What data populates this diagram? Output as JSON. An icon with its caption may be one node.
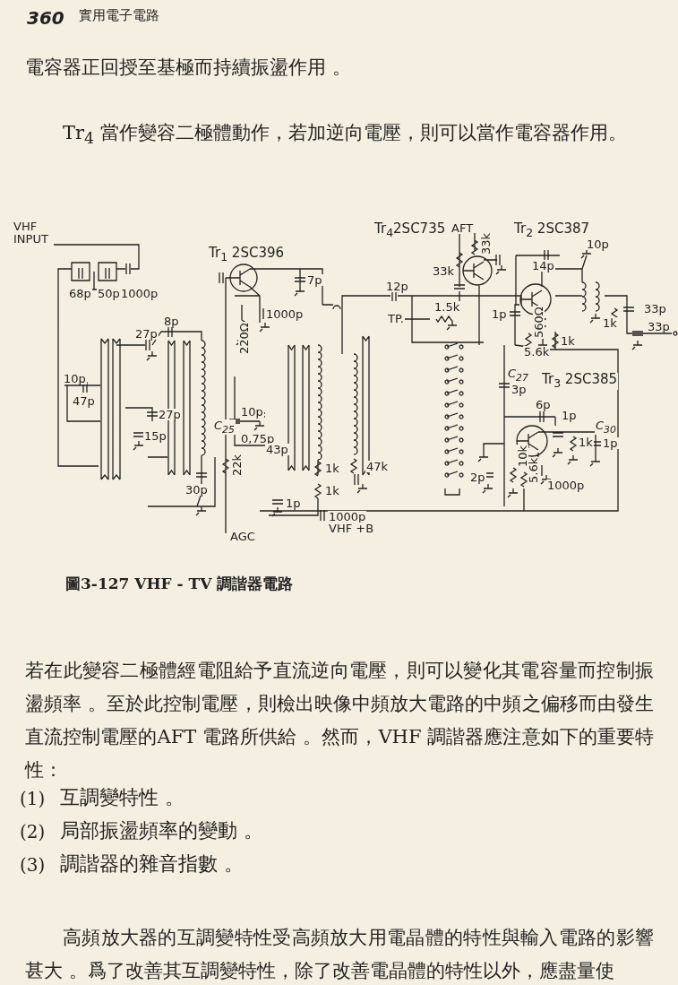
{
  "diagram": {
    "caption": "圖3-127 VHF - TV 調諧器電路",
    "labels": [
      "360",
      "實用電子電路",
      "電容器正回授至基極而持續振盪作用 。",
      "Tr$_{4}$ 當作變容二極體動作，若加逆向電壓，則可以當作電容器作用。",
      "VHF INPUT",
      "Tr$_{1}$ 2SC396",
      "AFT",
      "Tr$_{4}$2SC735",
      "Tr$_{2}$ 2SC387",
      "33k",
      "33k",
      "10p",
      "14p",
      "68p",
      "50p",
      "1000p",
      "7p",
      "12p",
      "1.5k",
      "TP.",
      "1p",
      "560Ω",
      "5.6k",
      "1k",
      "1k",
      "33p",
      "33p",
      "8p",
      "27p",
      "1000p",
      "220Ω",
      "C$_{27}$",
      "3p",
      "Tr$_{3}$ 2SC385",
      "6p",
      "1p",
      "C$_{30}$",
      "1k",
      "1p",
      "10p",
      "47p",
      "27p",
      "15p",
      "10p",
      "C$_{25}$",
      "0,75p",
      "43p",
      "1k",
      "1k",
      "47k",
      "30p",
      "22k",
      "2p",
      "10k",
      "5.6k",
      "1000p",
      "1p",
      "1000p",
      "VHF +B",
      "AGC",
      "若在此變容二極體經電阻給予直流逆向電壓，則可以變化其電容量而控制振盪頻率 。至於此控制電壓，則檢出映像中頻放大電路的中頻之偏移而由發生直流控制電壓的AFT 電路所供給 。然而，VHF 調諧器應注意如下的重要特性：",
      "(1)",
      "互調變特性 。",
      "(2)",
      "局部振盪頻率的變動 。",
      "(3)",
      "調諧器的雜音指數 。",
      "高頻放大器的互調變特性受高頻放大用電晶體的特性與輸入電路的影響甚大 。爲了改善其互調變特性，除了改善電晶體的特性以外，應盡量使"
    ]
  }
}
